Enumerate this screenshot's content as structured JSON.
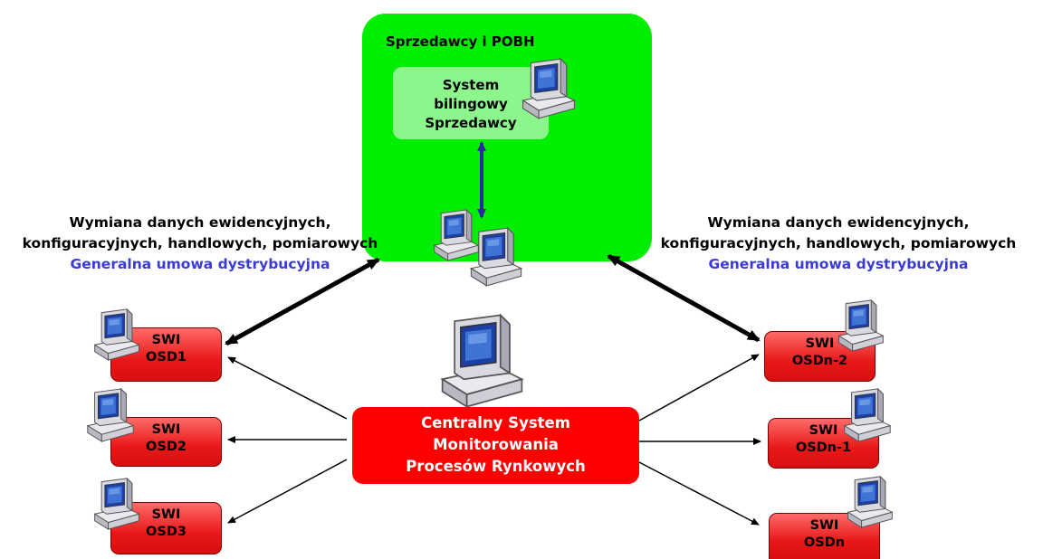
{
  "sellers_box": {
    "title": "Sprzedawcy i POBH",
    "billing_system": {
      "line1": "System",
      "line2": "bilingowy",
      "line3": "Sprzedawcy"
    }
  },
  "exchange_left": {
    "line1": "Wymiana danych ewidencyjnych,",
    "line2": "konfiguracyjnych, handlowych, pomiarowych",
    "contract": "Generalna umowa dystrybucyjna"
  },
  "exchange_right": {
    "line1": "Wymiana danych ewidencyjnych,",
    "line2": "konfiguracyjnych, handlowych, pomiarowych",
    "contract": "Generalna umowa dystrybucyjna"
  },
  "central_system": {
    "line1": "Centralny System",
    "line2": "Monitorowania",
    "line3": "Procesów Rynkowych"
  },
  "swi_nodes": [
    {
      "line1": "SWI",
      "line2": "OSD1"
    },
    {
      "line1": "SWI",
      "line2": "OSD2"
    },
    {
      "line1": "SWI",
      "line2": "OSD3"
    },
    {
      "line1": "SWI",
      "line2": "OSDn-2"
    },
    {
      "line1": "SWI",
      "line2": "OSDn-1"
    },
    {
      "line1": "SWI",
      "line2": "OSDn"
    }
  ],
  "colors": {
    "sellers_box": "#00ee00",
    "billing_box": "#8cf58c",
    "central_box": "#ff0000",
    "swi_box": "#e81818",
    "contract_text": "#3a3ad8",
    "billing_link_arrow": "#2a2aa0"
  },
  "icons": [
    "computer-icon"
  ]
}
